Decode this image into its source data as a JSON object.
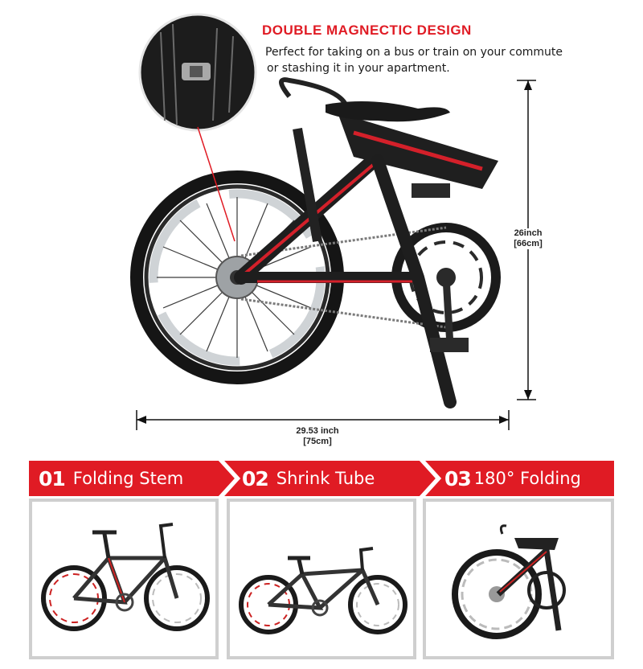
{
  "headline": "DOUBLE MAGNECTIC DESIGN",
  "description": {
    "line1": "Perfect for taking on a bus or train on your commute",
    "line2": "or stashing it in your apartment."
  },
  "dimensions": {
    "height_inch": "26inch",
    "height_cm": "[66cm]",
    "length_inch": "29.53 inch",
    "length_cm": "[75cm]"
  },
  "steps": [
    {
      "number": "01",
      "label": "Folding Stem"
    },
    {
      "number": "02",
      "label": "Shrink Tube"
    },
    {
      "number": "03",
      "label": "180° Folding"
    }
  ],
  "colors": {
    "accent_red": "#e01b24",
    "frame_red": "#d4202a",
    "frame_black": "#1e1e1e",
    "panel_border": "#cfcfcf"
  },
  "icons": {
    "banner_arrow": "chevron-right-icon"
  }
}
